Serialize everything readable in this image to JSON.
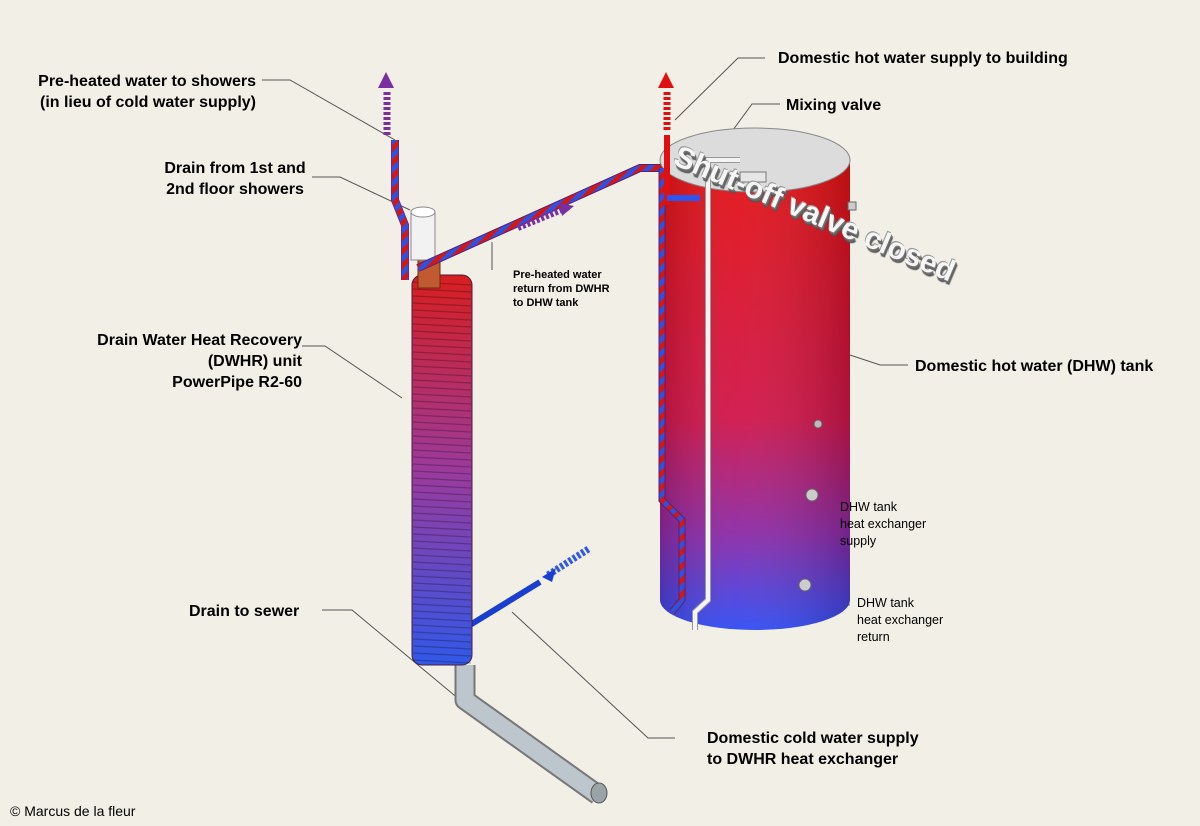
{
  "labels": {
    "preheated_showers_1": "Pre-heated water to showers",
    "preheated_showers_2": "(in lieu of cold water supply)",
    "drain_from_1": "Drain from 1st and",
    "drain_from_2": "2nd floor showers",
    "dwhr_1": "Drain Water Heat Recovery",
    "dwhr_2": "(DWHR) unit",
    "dwhr_3": "PowerPipe R2-60",
    "drain_sewer": "Drain to sewer",
    "dhw_supply": "Domestic hot water supply to building",
    "mixing_valve": "Mixing valve",
    "shutoff": "Shut-off valve closed",
    "return_1": "Pre-heated water",
    "return_2": "return from DWHR",
    "return_3": "to DHW tank",
    "dhw_tank": "Domestic hot water (DHW) tank",
    "hx_supply_1": "DHW tank",
    "hx_supply_2": "heat exchanger",
    "hx_supply_3": "supply",
    "hx_return_1": "DHW tank",
    "hx_return_2": "heat exchanger",
    "hx_return_3": "return",
    "cold_1": "Domestic cold water supply",
    "cold_2": "to DWHR heat exchanger",
    "copyright": "© Marcus de la fleur"
  },
  "colors": {
    "hot": "#e01010",
    "cold": "#2a55f0",
    "preheated": "#7a3fb0",
    "background": "#f2efe6"
  }
}
